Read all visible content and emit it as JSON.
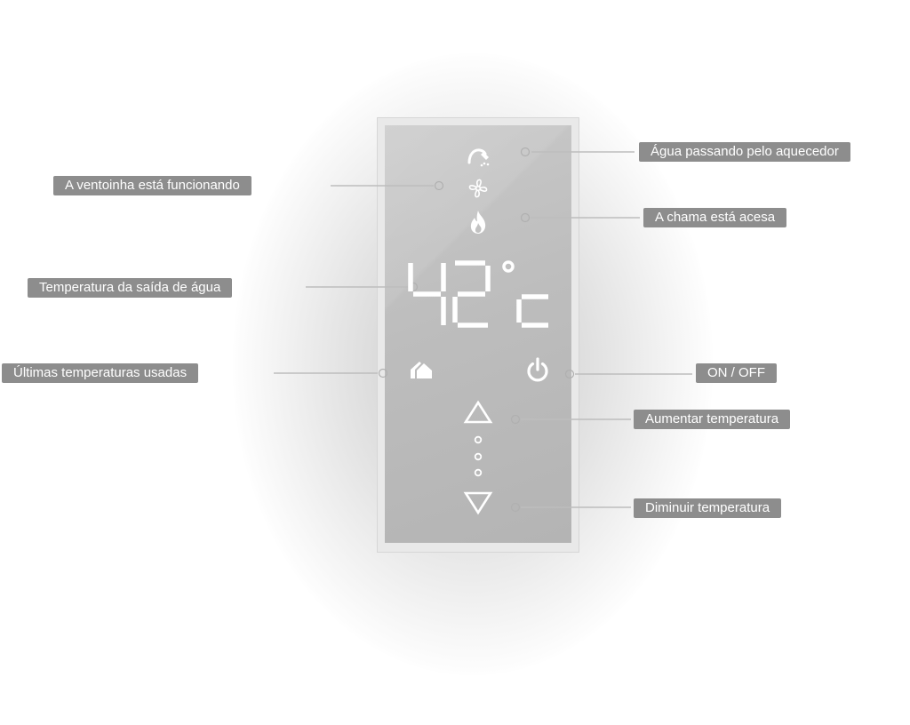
{
  "display": {
    "temperature": "42",
    "unit_symbol": "°",
    "unit_letter": "c"
  },
  "callouts": {
    "water_flow": "Água passando pelo aquecedor",
    "fan": "A ventoinha está funcionando",
    "flame": "A chama está acesa",
    "water_temperature": "Temperatura da saída de água",
    "last_temperatures": "Últimas temperaturas usadas",
    "on_off": "ON / OFF",
    "increase": "Aumentar temperatura",
    "decrease": "Diminuir temperatura"
  },
  "icons": {
    "water_flow": "shower-icon",
    "fan": "fan-icon",
    "flame": "flame-icon",
    "history": "history-icon",
    "power": "power-icon",
    "up": "triangle-up-icon",
    "down": "triangle-down-icon"
  },
  "colors": {
    "label_bg": "#8d8d8d",
    "label_text": "#ffffff",
    "panel": "#c4c4c4",
    "icon": "#ffffff",
    "leader_line": "#bdbdbd"
  }
}
